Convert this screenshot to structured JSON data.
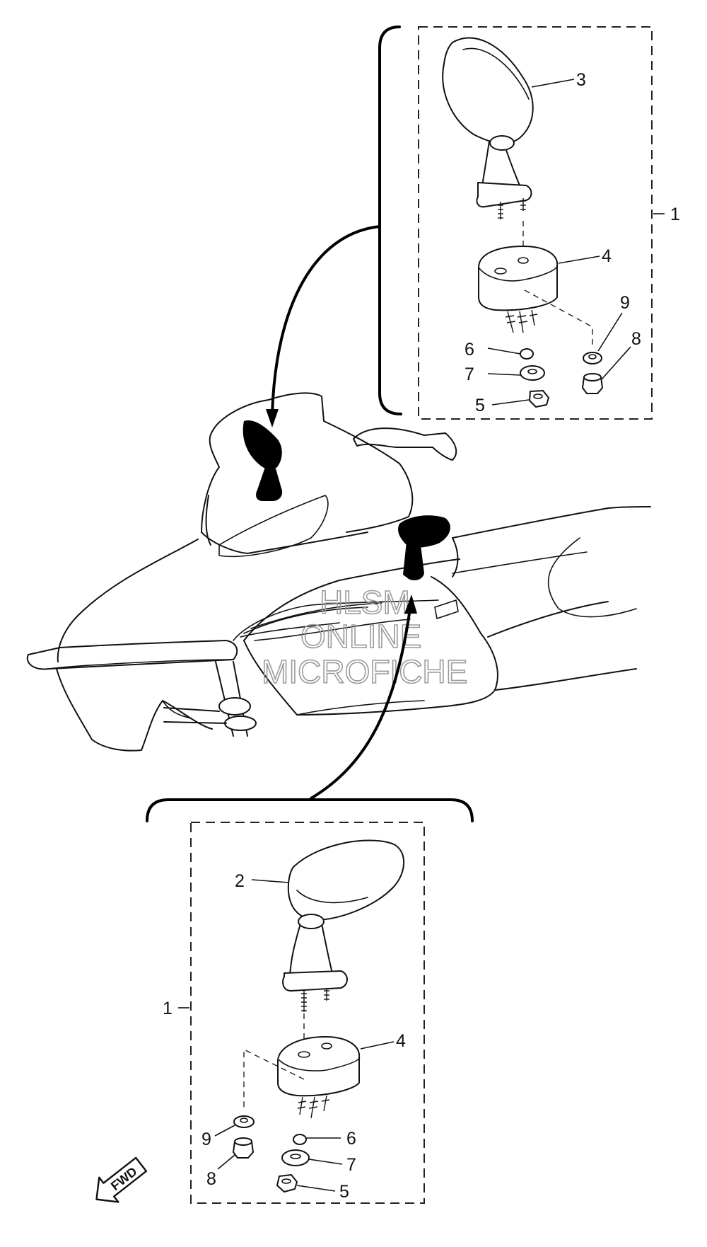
{
  "diagram": {
    "watermark": {
      "line1": "HLSM",
      "line2": "ONLINE",
      "line3": "MICROFICHE"
    },
    "fwd_label": "FWD",
    "top_group": {
      "assembly_label": "1",
      "labels": {
        "mirror": "3",
        "base": "4",
        "nut": "5",
        "washer_small": "6",
        "washer": "7",
        "flange_nut": "8",
        "collar": "9"
      }
    },
    "bottom_group": {
      "assembly_label": "1",
      "labels": {
        "mirror": "2",
        "base": "4",
        "nut": "5",
        "washer_small": "6",
        "washer": "7",
        "flange_nut": "8",
        "collar": "9"
      }
    }
  }
}
